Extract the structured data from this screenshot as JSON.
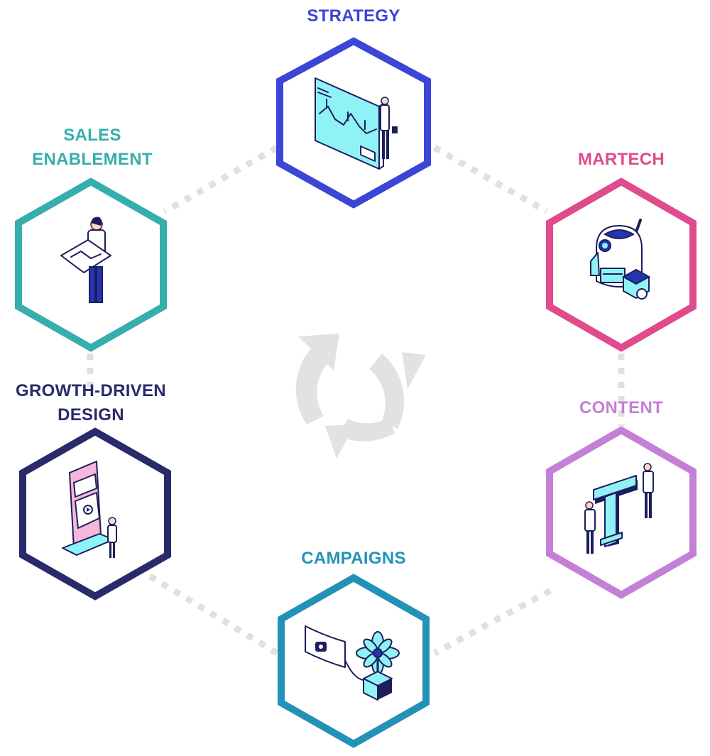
{
  "nodes": [
    {
      "id": "strategy",
      "lines": [
        "STRATEGY"
      ],
      "color": "#3b45d6",
      "icon": "strategy-board-illustration"
    },
    {
      "id": "martech",
      "lines": [
        "MARTECH"
      ],
      "color": "#df4b8c",
      "icon": "robot-illustration"
    },
    {
      "id": "content",
      "lines": [
        "CONTENT"
      ],
      "color": "#c47fd6",
      "icon": "letter-t-illustration"
    },
    {
      "id": "campaigns",
      "lines": [
        "CAMPAIGNS"
      ],
      "color": "#2392b8",
      "icon": "megaphone-flower-illustration"
    },
    {
      "id": "growth-driven-design",
      "lines": [
        "GROWTH-DRIVEN",
        "DESIGN"
      ],
      "color": "#292a6a",
      "icon": "tablet-display-illustration"
    },
    {
      "id": "sales-enablement",
      "lines": [
        "SALES",
        "ENABLEMENT"
      ],
      "color": "#36aeae",
      "icon": "person-with-map-illustration"
    }
  ],
  "center_icon": "cycle-arrows-icon",
  "ring_color": "#e0e0e0"
}
